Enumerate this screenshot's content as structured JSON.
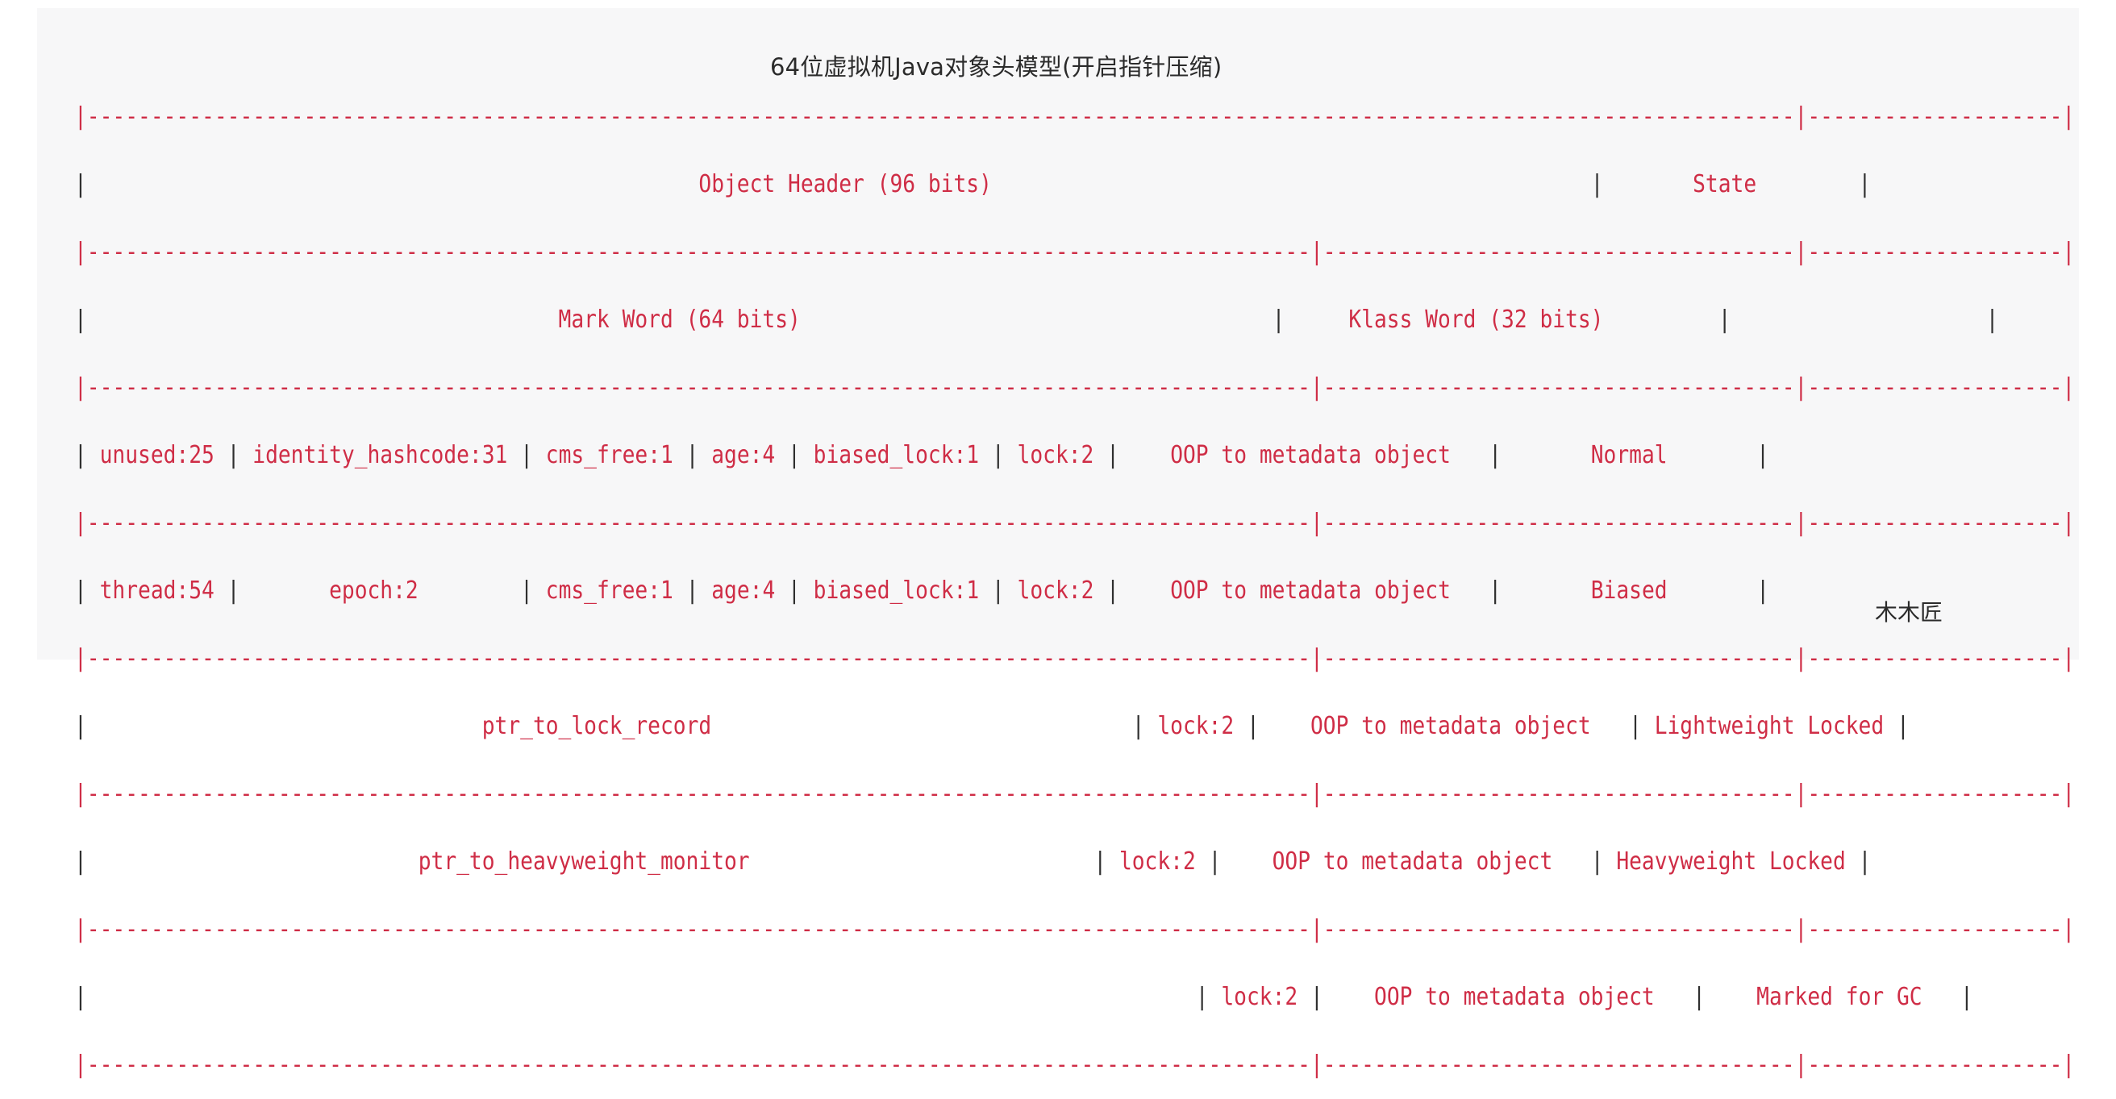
{
  "title": "64位虚拟机Java对象头模型(开启指针压缩)",
  "author": "木木匠",
  "headers": {
    "object_header": "Object Header (96 bits)",
    "state": "State",
    "mark_word": "Mark Word (64 bits)",
    "klass_word": "Klass Word (32 bits)"
  },
  "rows": [
    {
      "mark_fields": [
        "unused:25",
        "identity_hashcode:31",
        "cms_free:1",
        "age:4",
        "biased_lock:1",
        "lock:2"
      ],
      "klass": "OOP to metadata object",
      "state": "Normal"
    },
    {
      "mark_fields": [
        "thread:54",
        "epoch:2",
        "cms_free:1",
        "age:4",
        "biased_lock:1",
        "lock:2"
      ],
      "klass": "OOP to metadata object",
      "state": "Biased"
    },
    {
      "mark_fields": [
        "ptr_to_lock_record",
        "lock:2"
      ],
      "klass": "OOP to metadata object",
      "state": "Lightweight Locked"
    },
    {
      "mark_fields": [
        "ptr_to_heavyweight_monitor",
        "lock:2"
      ],
      "klass": "OOP to metadata object",
      "state": "Heavyweight Locked"
    },
    {
      "mark_fields": [
        "",
        "lock:2"
      ],
      "klass": "OOP to metadata object",
      "state": "Marked for GC"
    }
  ]
}
